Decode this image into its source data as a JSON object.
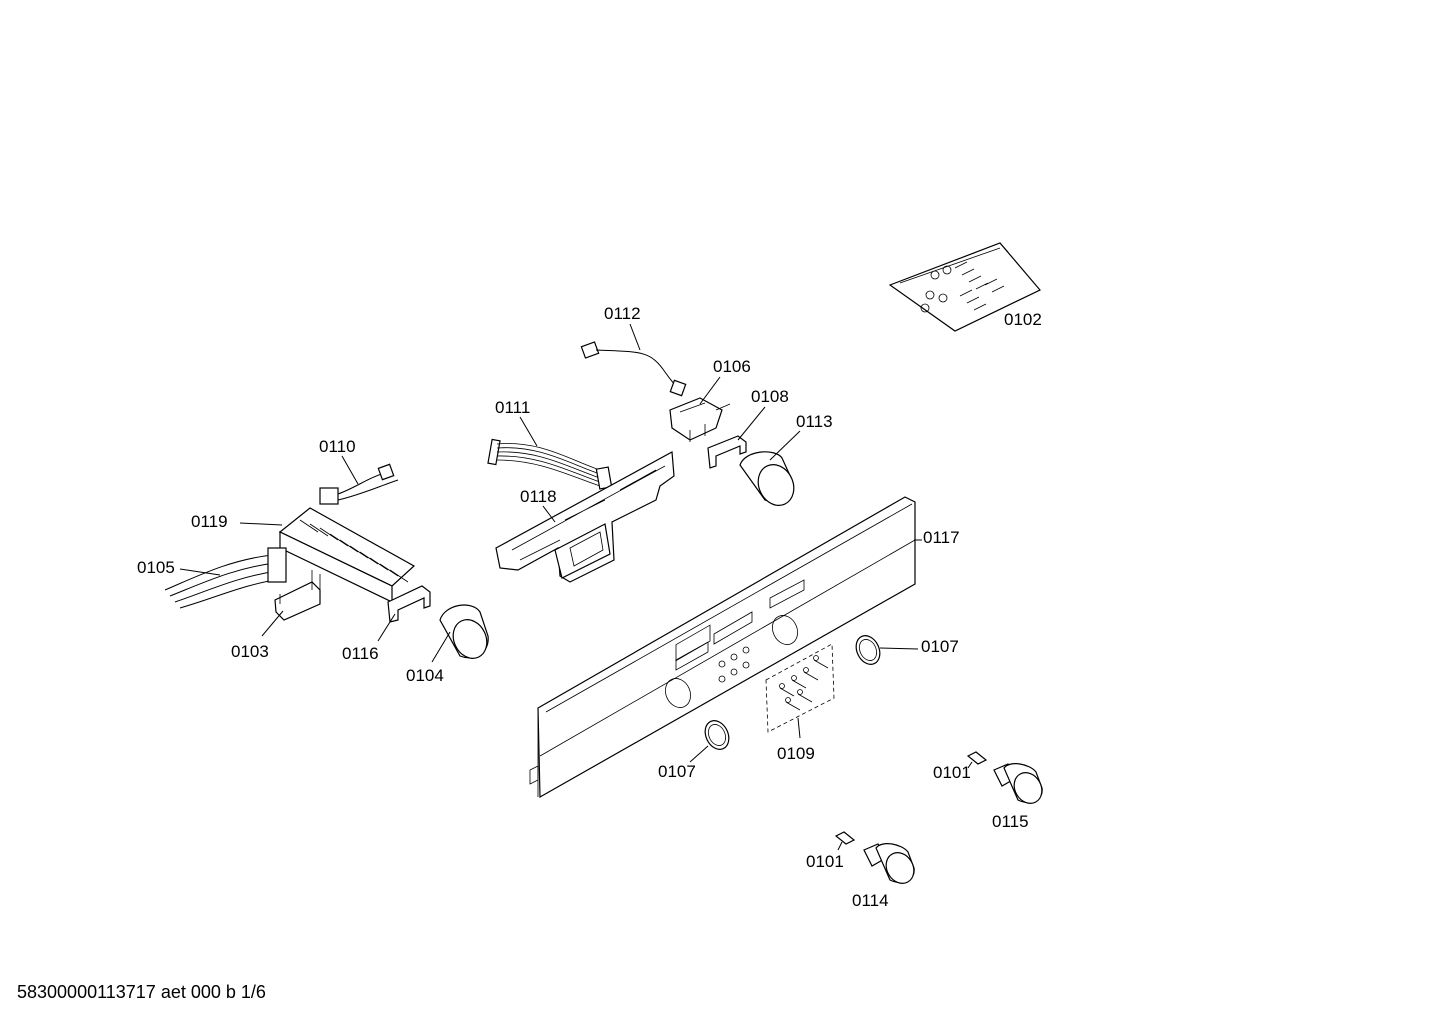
{
  "labels": {
    "p0102": "0102",
    "p0112": "0112",
    "p0106": "0106",
    "p0111": "0111",
    "p0108": "0108",
    "p0113": "0113",
    "p0110": "0110",
    "p0118": "0118",
    "p0119": "0119",
    "p0117": "0117",
    "p0105": "0105",
    "p0103": "0103",
    "p0116": "0116",
    "p0104": "0104",
    "p0107a": "0107",
    "p0107b": "0107",
    "p0109": "0109",
    "p0101a": "0101",
    "p0115": "0115",
    "p0101b": "0101",
    "p0114": "0114"
  },
  "footer": "58300000113717 aet 000 b 1/6"
}
